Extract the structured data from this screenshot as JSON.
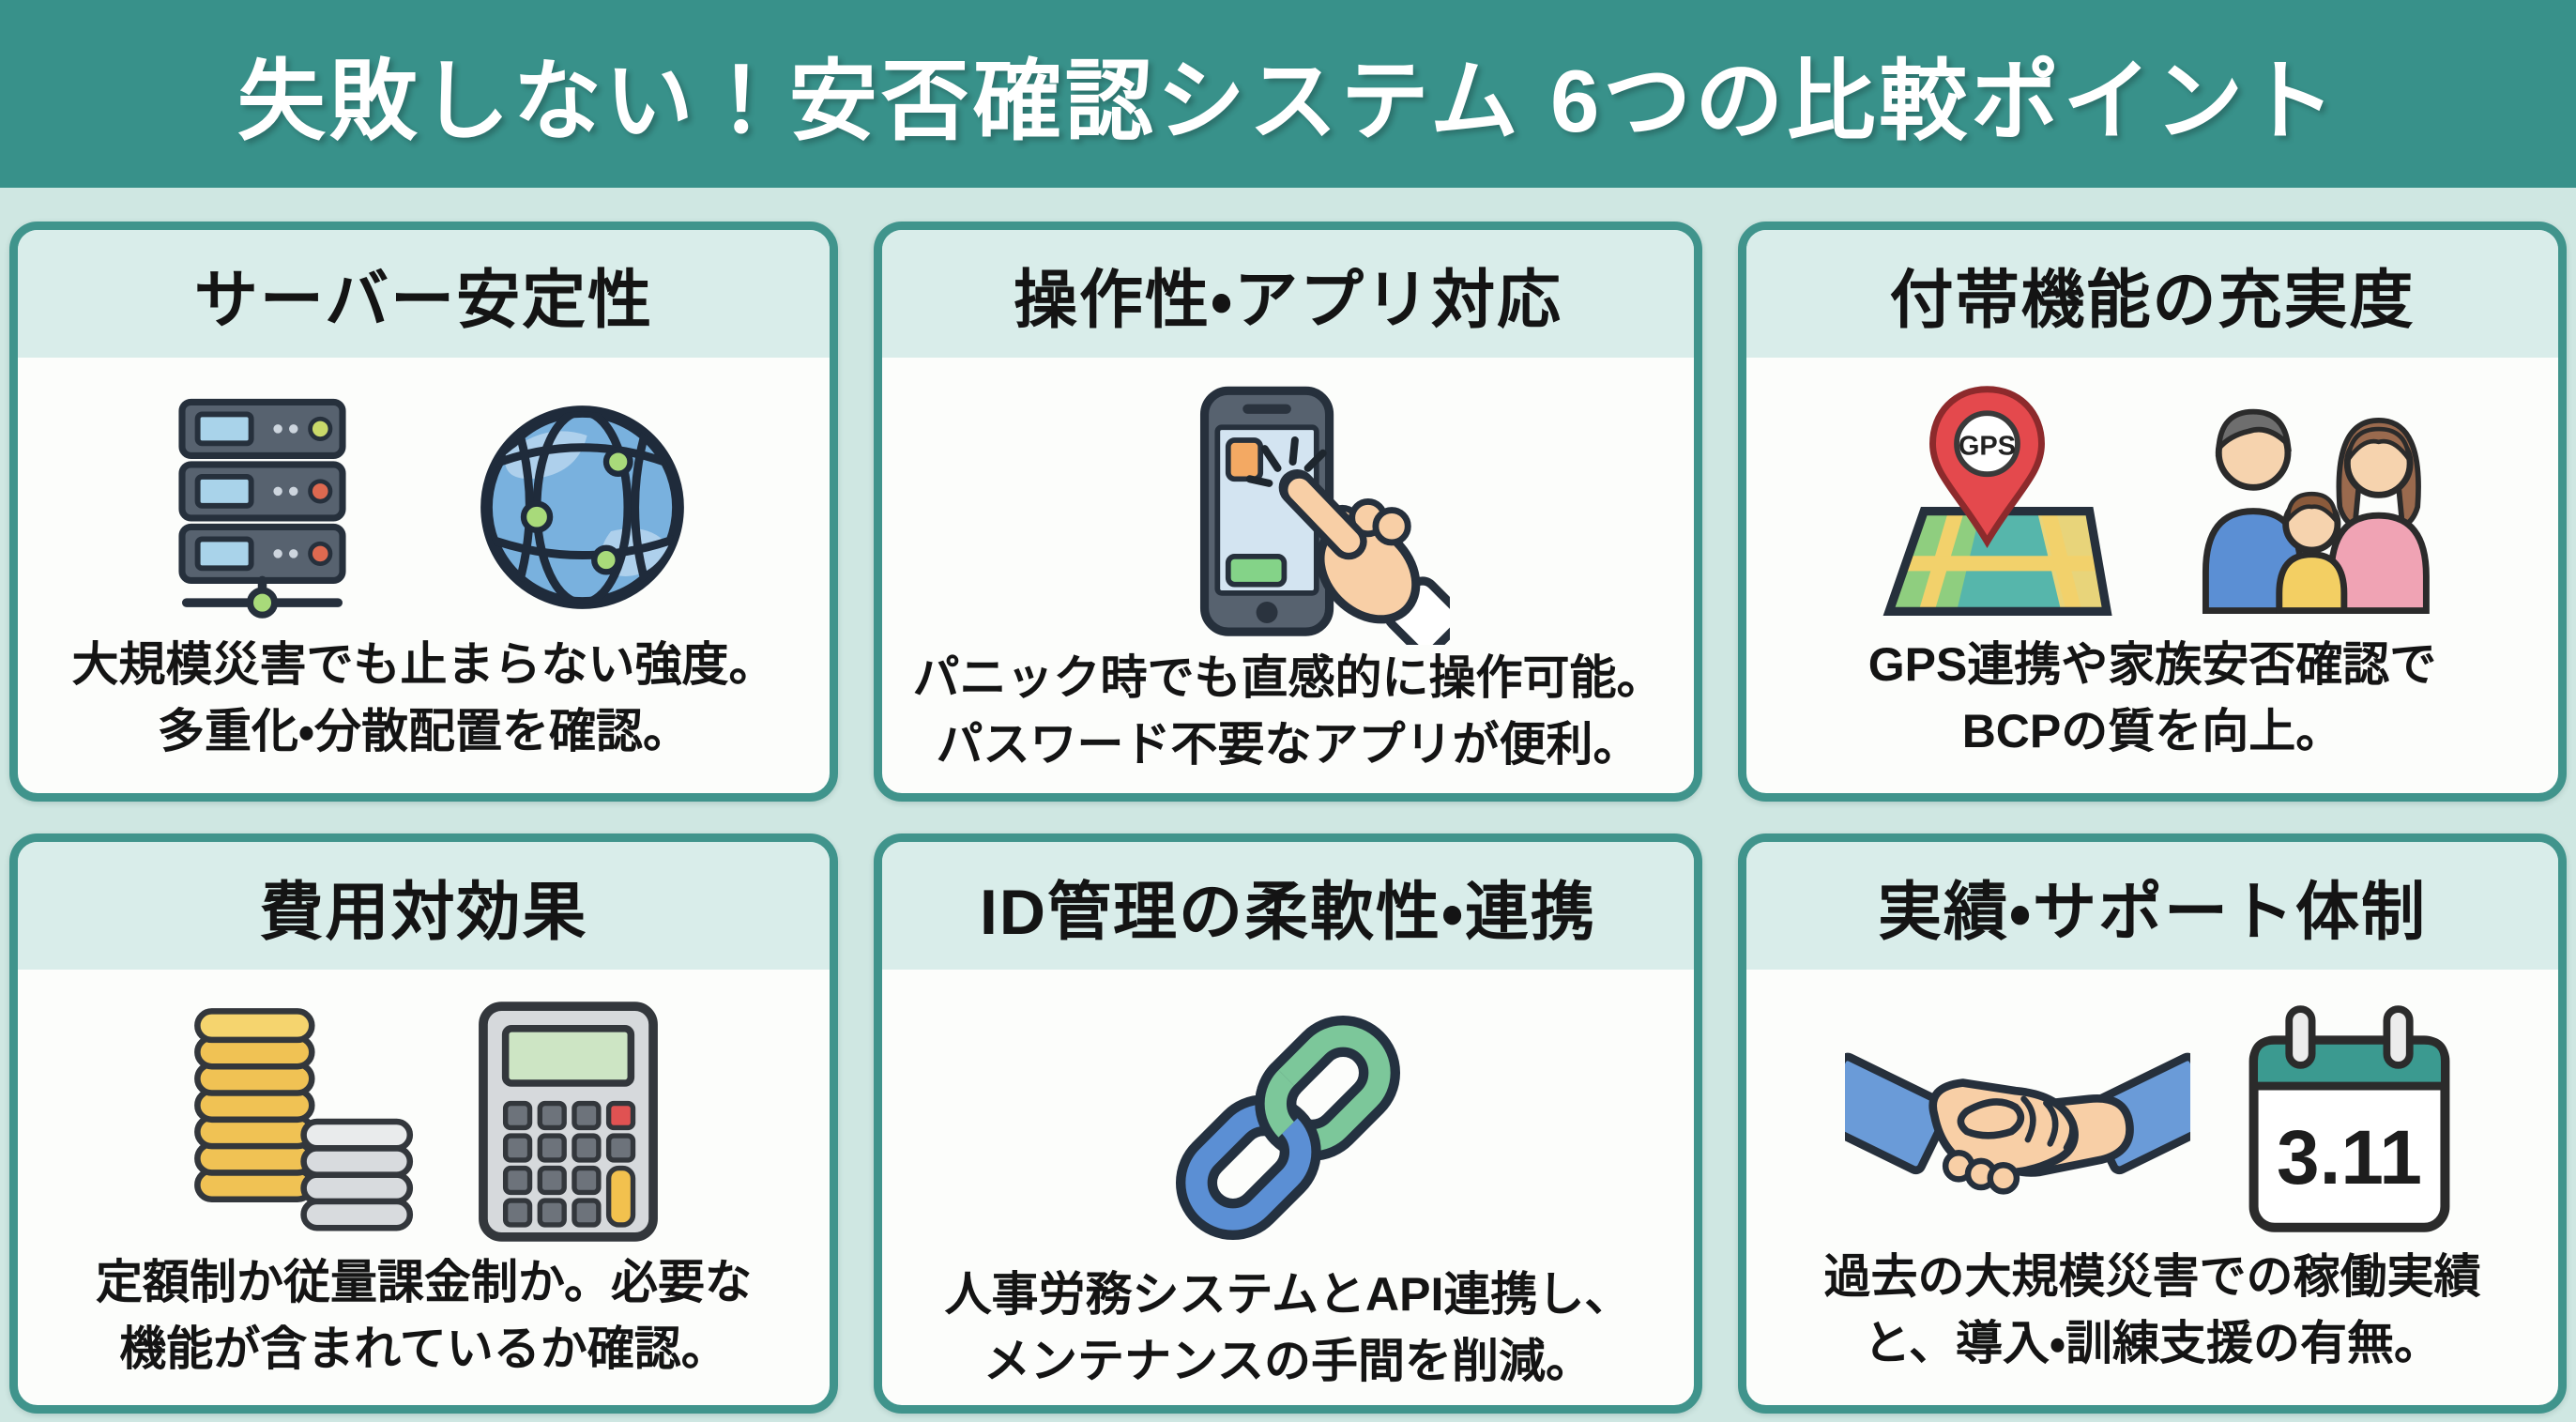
{
  "colors": {
    "header_bg": "#38918a",
    "page_bg": "#cfe7e2",
    "card_border": "#40948c",
    "card_head_bg": "#d9edea",
    "card_body_bg": "#fcfdfb",
    "text": "#141414",
    "title_text": "#ffffff"
  },
  "header": {
    "title": "失敗しない！安否確認システム 6つの比較ポイント"
  },
  "cards": [
    {
      "id": "server-stability",
      "title": "サーバー安定性",
      "desc1": "大規模災害でも止まらない強度。",
      "desc2": "多重化・分散配置を確認。",
      "icons": [
        "server-rack-icon",
        "globe-network-icon"
      ]
    },
    {
      "id": "usability-app",
      "title": "操作性・アプリ対応",
      "desc1": "パニック時でも直感的に操作可能。",
      "desc2": "パスワード不要なアプリが便利。",
      "icons": [
        "smartphone-tap-icon"
      ]
    },
    {
      "id": "extra-features",
      "title": "付帯機能の充実度",
      "desc1": "GPS連携や家族安否確認で",
      "desc2": "BCPの質を向上。",
      "icons": [
        "gps-map-pin-icon",
        "family-icon"
      ],
      "pin_label": "GPS"
    },
    {
      "id": "cost-effectiveness",
      "title": "費用対効果",
      "desc1": "定額制か従量課金制か。必要な",
      "desc2": "機能が含まれているか確認。",
      "icons": [
        "coins-icon",
        "calculator-icon"
      ]
    },
    {
      "id": "id-management",
      "title": "ID管理の柔軟性・連携",
      "desc1": "人事労務システムとAPI連携し、",
      "desc2": "メンテナンスの手間を削減。",
      "icons": [
        "chain-link-icon"
      ]
    },
    {
      "id": "track-record-support",
      "title": "実績・サポート体制",
      "desc1": "過去の大規模災害での稼働実績",
      "desc2": "と、導入・訓練支援の有無。",
      "icons": [
        "handshake-icon",
        "calendar-icon"
      ],
      "calendar_label": "3.11"
    }
  ]
}
